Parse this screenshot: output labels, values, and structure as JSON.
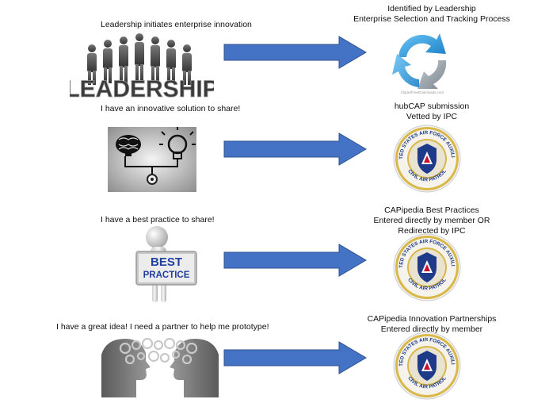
{
  "rows": [
    {
      "left_label": "Leadership initiates enterprise innovation",
      "left_image": "leadership-figures-image",
      "left_image_word": "LEADERSHIP",
      "right_lines": [
        "Identified by Leadership",
        "Enterprise Selection and Tracking Process"
      ],
      "right_image": "refresh-cycle-icon",
      "right_caption": "ClipartFreeDownloads.com"
    },
    {
      "left_label": "I  have an innovative solution to share!",
      "left_image": "brain-lightbulb-icon",
      "right_lines": [
        "hubCAP submission",
        "Vetted by IPC"
      ],
      "right_image": "cap-seal"
    },
    {
      "left_label": "I have a best practice to share!",
      "left_image": "best-practice-sign-figure",
      "sign_lines": [
        "BEST",
        "PRACTICE"
      ],
      "right_lines": [
        "CAPipedia Best Practices",
        "Entered directly by member OR",
        "Redirected by IPC"
      ],
      "right_image": "cap-seal"
    },
    {
      "left_label": "I have a great idea!  I need a partner to help me prototype!",
      "left_image": "heads-gears-icon",
      "right_lines": [
        "CAPipedia Innovation Partnerships",
        "Entered directly by member"
      ],
      "right_image": "cap-seal"
    }
  ],
  "seal": {
    "top_text": "UNITED STATES AIR FORCE AUXILIARY",
    "bottom_text": "CIVIL AIR PATROL"
  },
  "colors": {
    "arrow_fill": "#4472c4",
    "arrow_stroke": "#2f528f",
    "sign_text": "#1f3f9e",
    "cycle_blue": "#2e9ee0",
    "cycle_gray": "#9aa3ad"
  }
}
